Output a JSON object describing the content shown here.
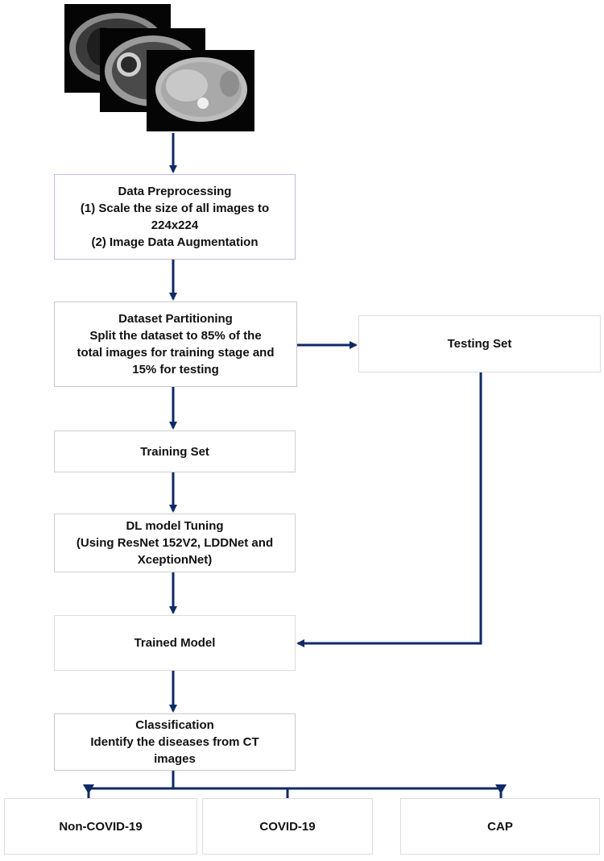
{
  "colors": {
    "arrow": "#0f2a66",
    "box_border": "#c7b6e0",
    "ct_background": "#000000"
  },
  "images": {
    "ct_stack": "ct-scan-stack"
  },
  "boxes": {
    "preprocessing": [
      "Data Preprocessing",
      "(1) Scale the size of all images to",
      "224x224",
      "(2) Image Data Augmentation"
    ],
    "partitioning": [
      "Dataset Partitioning",
      "Split the dataset to 85% of the",
      "total images for training stage and",
      "15% for testing"
    ],
    "testing_set": "Testing Set",
    "training_set": "Training Set",
    "tuning": [
      "DL model Tuning",
      "(Using ResNet 152V2, LDDNet and",
      "XceptionNet)"
    ],
    "trained_model": "Trained Model",
    "classification": [
      "Classification",
      "Identify the diseases from CT",
      "images"
    ],
    "outputs": [
      "Non-COVID-19",
      "COVID-19",
      "CAP"
    ]
  }
}
